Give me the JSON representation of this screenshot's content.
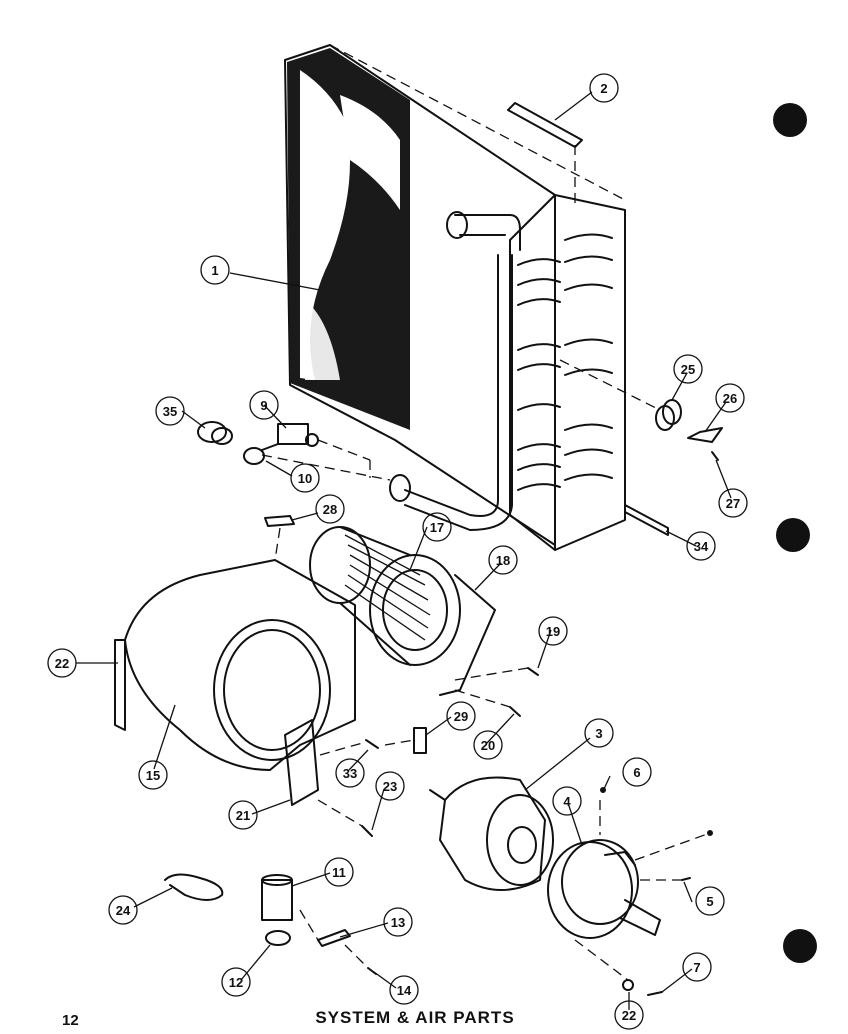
{
  "callouts": {
    "c1": "1",
    "c2": "2",
    "c3": "3",
    "c4": "4",
    "c5": "5",
    "c6": "6",
    "c7": "7",
    "c9": "9",
    "c10": "10",
    "c11": "11",
    "c12": "12",
    "c13": "13",
    "c14": "14",
    "c15": "15",
    "c17": "17",
    "c18": "18",
    "c19": "19",
    "c20": "20",
    "c21": "21",
    "c22a": "22",
    "c22b": "22",
    "c23": "23",
    "c24": "24",
    "c25": "25",
    "c26": "26",
    "c27": "27",
    "c28": "28",
    "c29": "29",
    "c33": "33",
    "c34": "34",
    "c35": "35"
  },
  "footer": {
    "page_number": "12",
    "title": "SYSTEM & AIR PARTS"
  }
}
